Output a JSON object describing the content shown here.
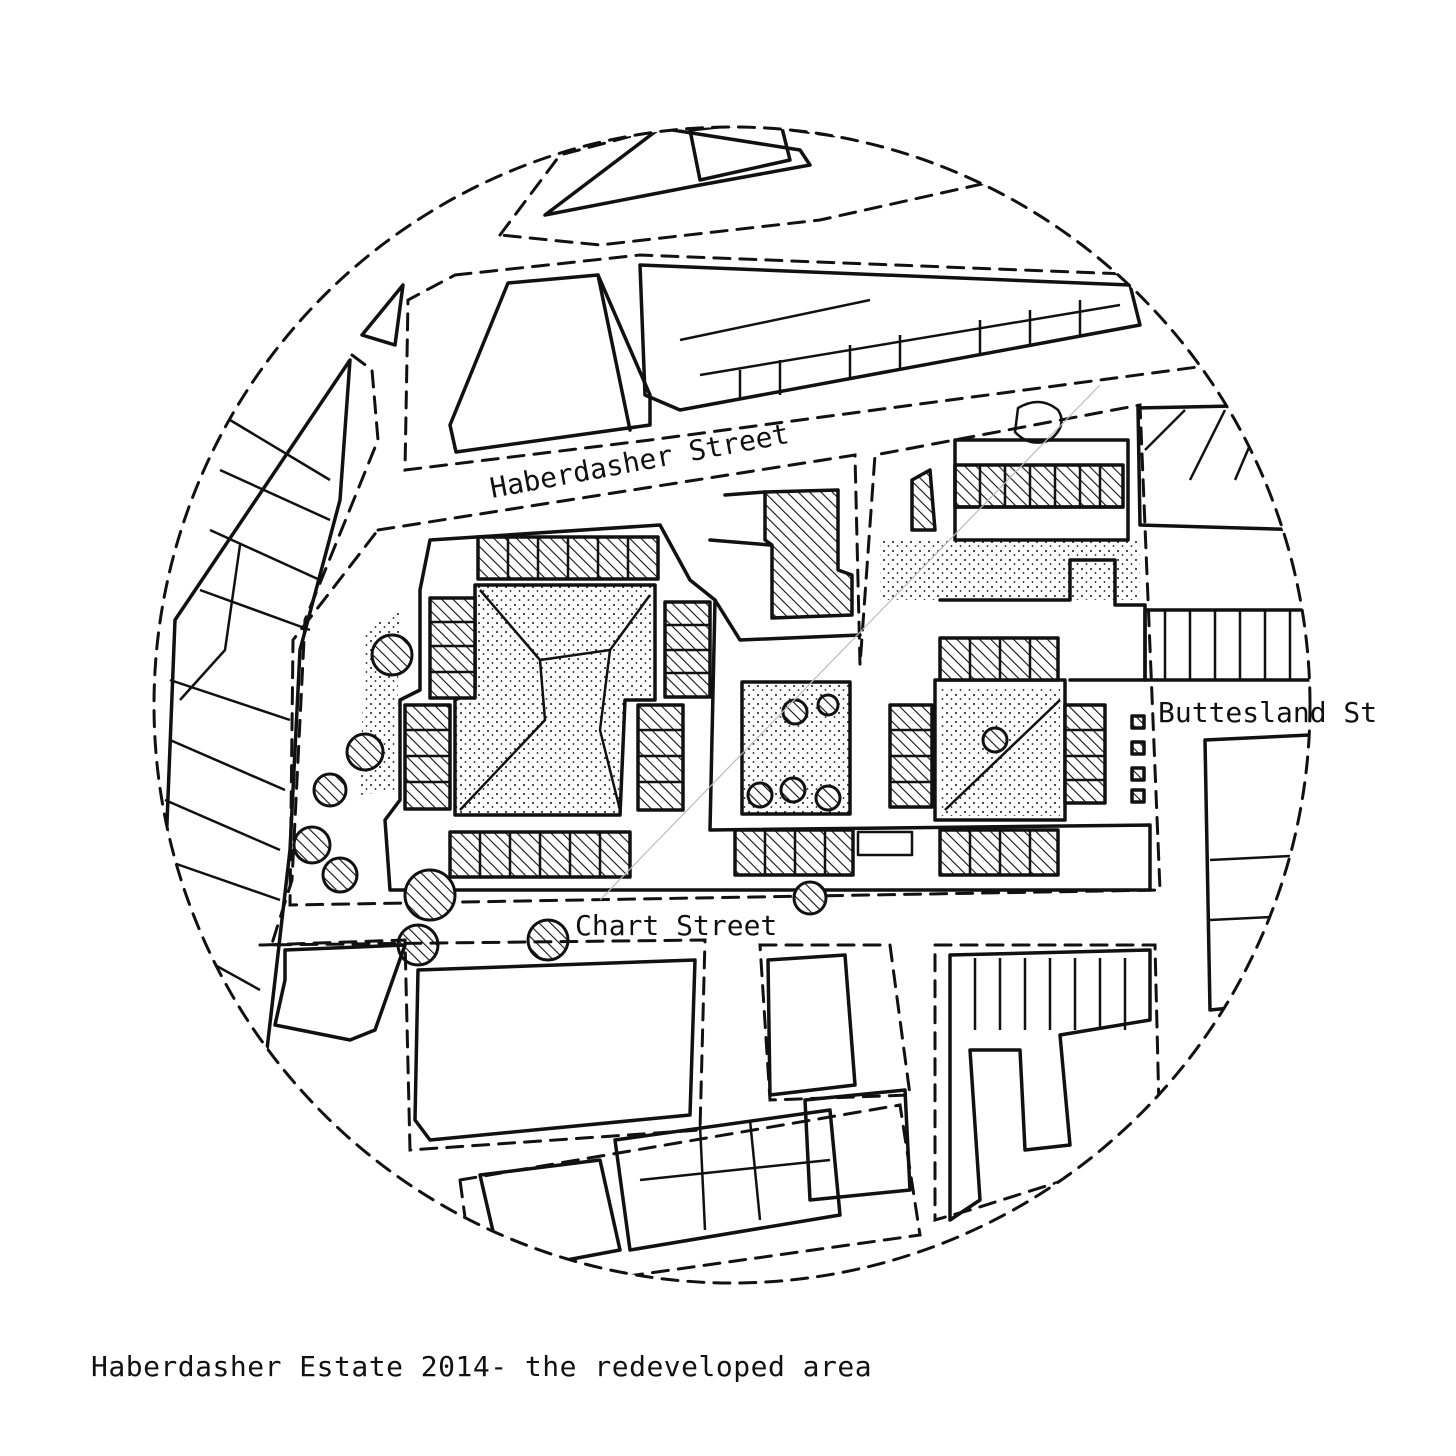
{
  "title": "Haberdasher Estate 2014- the redeveloped area",
  "labels": {
    "haberdasher_street": "Haberdasher Street",
    "buttesland_street": "Buttesland St",
    "chart_street": "Chart Street"
  },
  "colors": {
    "ink": "#111111",
    "paper": "#ffffff"
  }
}
